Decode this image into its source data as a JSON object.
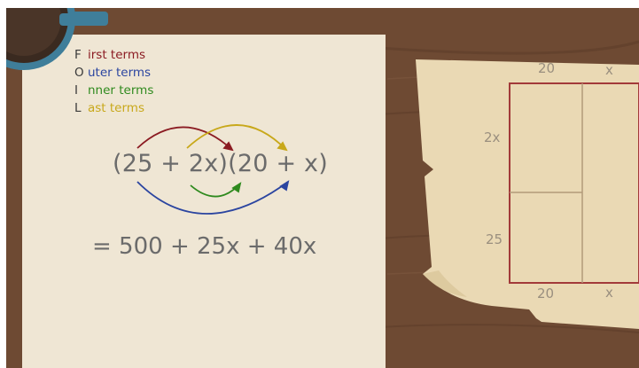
{
  "foil": [
    {
      "letter": "F",
      "text": "irst terms",
      "color": "#8b1b22"
    },
    {
      "letter": "O",
      "text": "uter terms",
      "color": "#2b45a0"
    },
    {
      "letter": "I",
      "text": "nner terms",
      "color": "#2f8a1e"
    },
    {
      "letter": "L",
      "text": "ast terms",
      "color": "#c8a81a"
    }
  ],
  "expression": "(25 + 2x)(20 + x)",
  "result": "= 500 + 25x + 40x",
  "diagram": {
    "top_labels": [
      "20",
      "x"
    ],
    "bottom_labels": [
      "20",
      "x"
    ],
    "left_labels": [
      "2x",
      "25"
    ]
  },
  "colors": {
    "table": "#6e4a33",
    "paper": "#efe6d4",
    "note": "#ead9b4",
    "rect_border": "#a23a3a",
    "mug": "#3f7e9a",
    "first": "#8b1b22",
    "outer": "#2b45a0",
    "inner": "#2f8a1e",
    "last": "#c8a81a"
  }
}
